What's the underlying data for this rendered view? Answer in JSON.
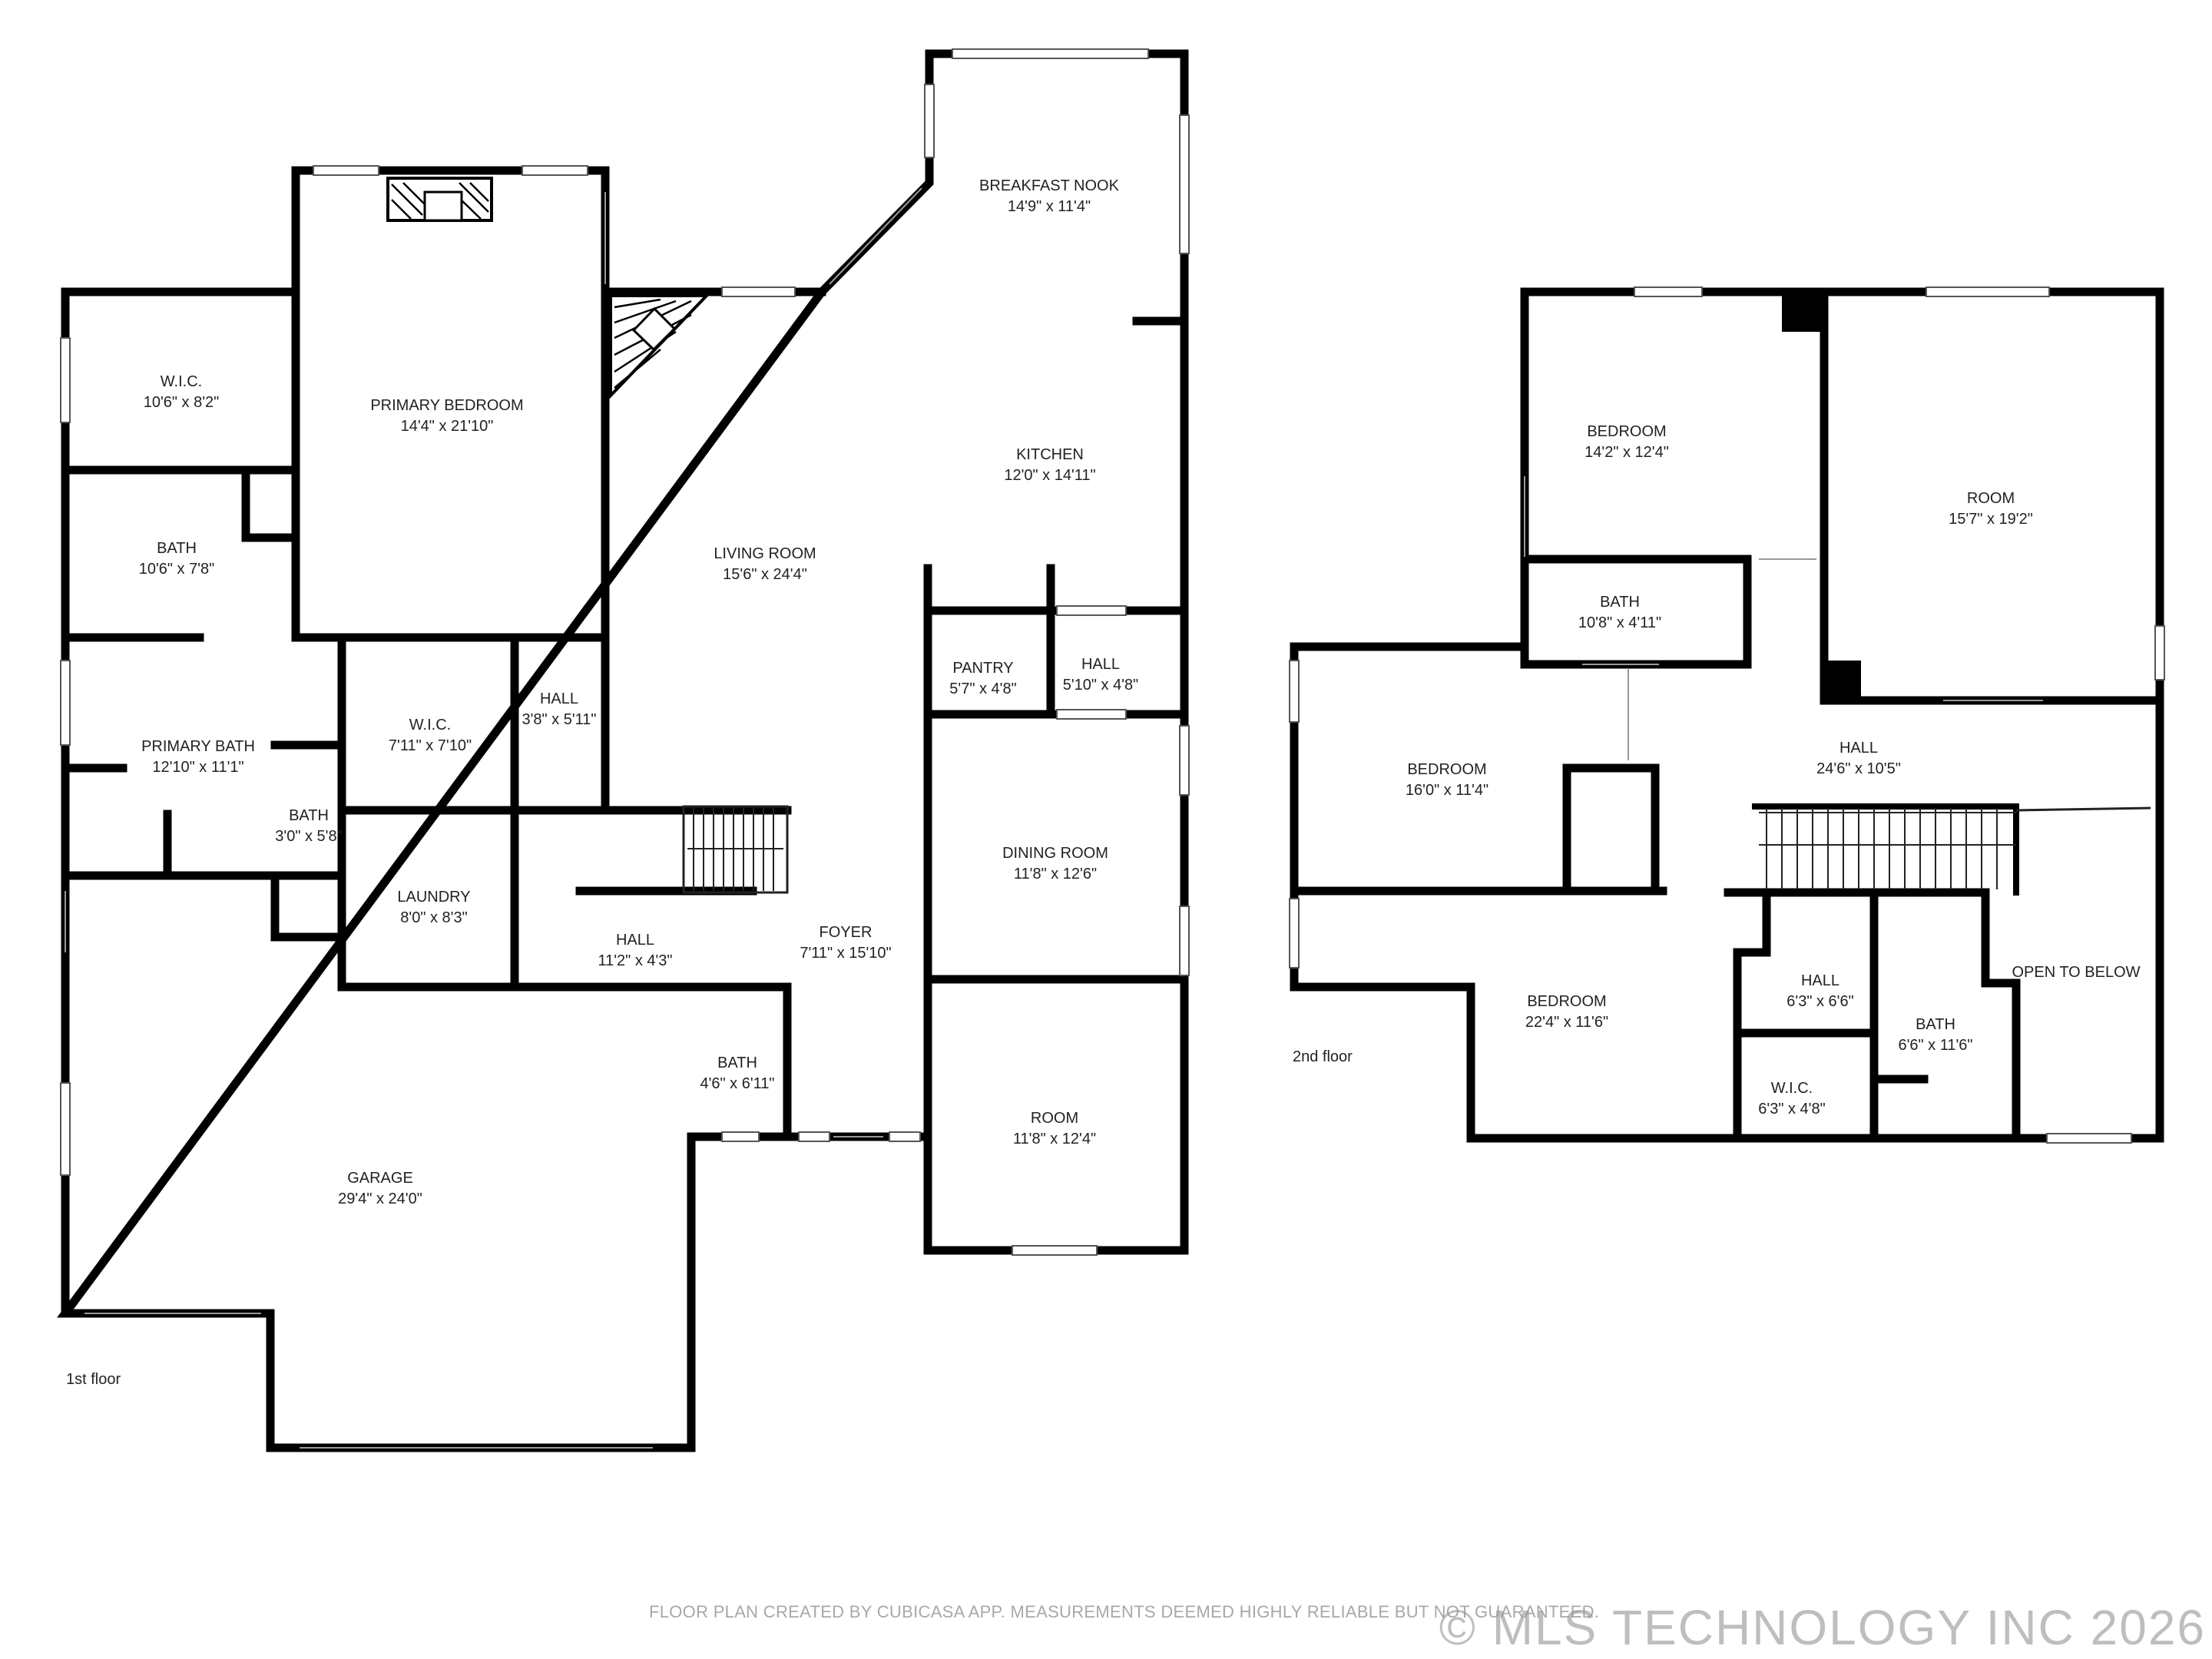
{
  "floors": {
    "first": {
      "label": "1st floor",
      "rooms": {
        "wic_1": {
          "name": "W.I.C.",
          "dims": "10'6\" x 8'2\""
        },
        "primary_bedroom": {
          "name": "PRIMARY BEDROOM",
          "dims": "14'4\" x 21'10\""
        },
        "bath_1": {
          "name": "BATH",
          "dims": "10'6\" x 7'8\""
        },
        "primary_bath": {
          "name": "PRIMARY BATH",
          "dims": "12'10\" x 11'1\""
        },
        "wic_2": {
          "name": "W.I.C.",
          "dims": "7'11\" x 7'10\""
        },
        "hall_1": {
          "name": "HALL",
          "dims": "3'8\" x 5'11\""
        },
        "bath_2": {
          "name": "BATH",
          "dims": "3'0\" x 5'8\""
        },
        "laundry": {
          "name": "LAUNDRY",
          "dims": "8'0\" x 8'3\""
        },
        "hall_2": {
          "name": "HALL",
          "dims": "11'2\" x 4'3\""
        },
        "living_room": {
          "name": "LIVING ROOM",
          "dims": "15'6\" x 24'4\""
        },
        "breakfast_nook": {
          "name": "BREAKFAST NOOK",
          "dims": "14'9\" x 11'4\""
        },
        "kitchen": {
          "name": "KITCHEN",
          "dims": "12'0\" x 14'11\""
        },
        "pantry": {
          "name": "PANTRY",
          "dims": "5'7\" x 4'8\""
        },
        "hall_3": {
          "name": "HALL",
          "dims": "5'10\" x 4'8\""
        },
        "dining_room": {
          "name": "DINING ROOM",
          "dims": "11'8\" x 12'6\""
        },
        "foyer": {
          "name": "FOYER",
          "dims": "7'11\" x 15'10\""
        },
        "bath_3": {
          "name": "BATH",
          "dims": "4'6\" x 6'11\""
        },
        "room_1": {
          "name": "ROOM",
          "dims": "11'8\" x 12'4\""
        },
        "garage": {
          "name": "GARAGE",
          "dims": "29'4\" x 24'0\""
        }
      }
    },
    "second": {
      "label": "2nd floor",
      "rooms": {
        "bedroom_a": {
          "name": "BEDROOM",
          "dims": "14'2\" x 12'4\""
        },
        "room_2": {
          "name": "ROOM",
          "dims": "15'7\" x 19'2\""
        },
        "bath_4": {
          "name": "BATH",
          "dims": "10'8\" x 4'11\""
        },
        "bedroom_b": {
          "name": "BEDROOM",
          "dims": "16'0\" x 11'4\""
        },
        "hall_4": {
          "name": "HALL",
          "dims": "24'6\" x 10'5\""
        },
        "bedroom_c": {
          "name": "BEDROOM",
          "dims": "22'4\" x 11'6\""
        },
        "hall_5": {
          "name": "HALL",
          "dims": "6'3\" x 6'6\""
        },
        "wic_3": {
          "name": "W.I.C.",
          "dims": "6'3\" x 4'8\""
        },
        "bath_5": {
          "name": "BATH",
          "dims": "6'6\" x 11'6\""
        },
        "open_to_below": {
          "name": "OPEN TO BELOW"
        }
      }
    }
  },
  "footer": {
    "note": "FLOOR PLAN CREATED BY CUBICASA APP. MEASUREMENTS DEEMED HIGHLY RELIABLE BUT NOT GUARANTEED.",
    "watermark": "© MLS TECHNOLOGY INC 2026"
  }
}
